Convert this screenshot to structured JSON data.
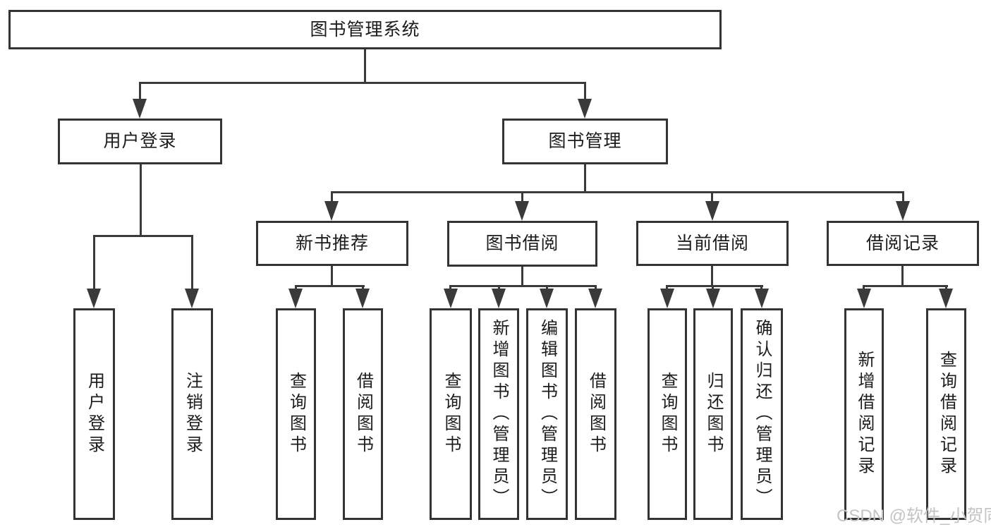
{
  "title": "图书管理系统",
  "tree": {
    "label": "图书管理系统",
    "children": [
      {
        "label": "用户登录",
        "children": [
          {
            "label": "用户登录"
          },
          {
            "label": "注销登录"
          }
        ]
      },
      {
        "label": "图书管理",
        "children": [
          {
            "label": "新书推荐",
            "children": [
              {
                "label": "查询图书"
              },
              {
                "label": "借阅图书"
              }
            ]
          },
          {
            "label": "图书借阅",
            "children": [
              {
                "label": "查询图书"
              },
              {
                "label": "新增图书（管理员）"
              },
              {
                "label": "编辑图书（管理员）"
              },
              {
                "label": "借阅图书"
              }
            ]
          },
          {
            "label": "当前借阅",
            "children": [
              {
                "label": "查询图书"
              },
              {
                "label": "归还图书"
              },
              {
                "label": "确认归还（管理员）"
              }
            ]
          },
          {
            "label": "借阅记录",
            "children": [
              {
                "label": "新增借阅记录"
              },
              {
                "label": "查询借阅记录"
              }
            ]
          }
        ]
      }
    ]
  },
  "watermark": "CSDN @软件_小贺同学",
  "colors": {
    "line": "#3a3a3a",
    "box_border": "#333333",
    "box_background": "#ffffff",
    "text": "#1c1c1c",
    "watermark": "#c4c4c4",
    "page_background": "#ffffff"
  }
}
